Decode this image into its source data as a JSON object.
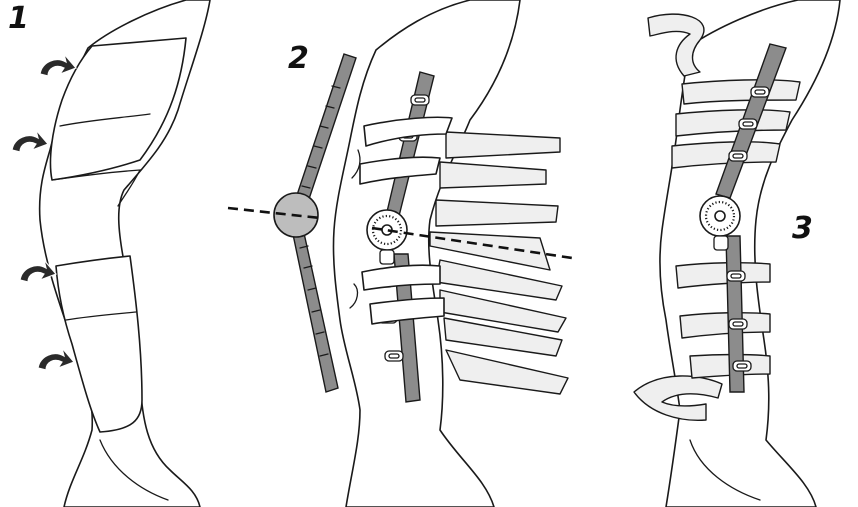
{
  "figure": {
    "steps": [
      {
        "number": "1"
      },
      {
        "number": "2"
      },
      {
        "number": "3"
      }
    ]
  },
  "colors": {
    "outline": "#1a1a1a",
    "hinge_bar": "#8c8c8c",
    "strap": "#efefef",
    "arrow": "#2a2a2a"
  },
  "icons": [
    "rotate-arrow-icon",
    "hinge-dial-icon",
    "dashed-alignment-line"
  ]
}
